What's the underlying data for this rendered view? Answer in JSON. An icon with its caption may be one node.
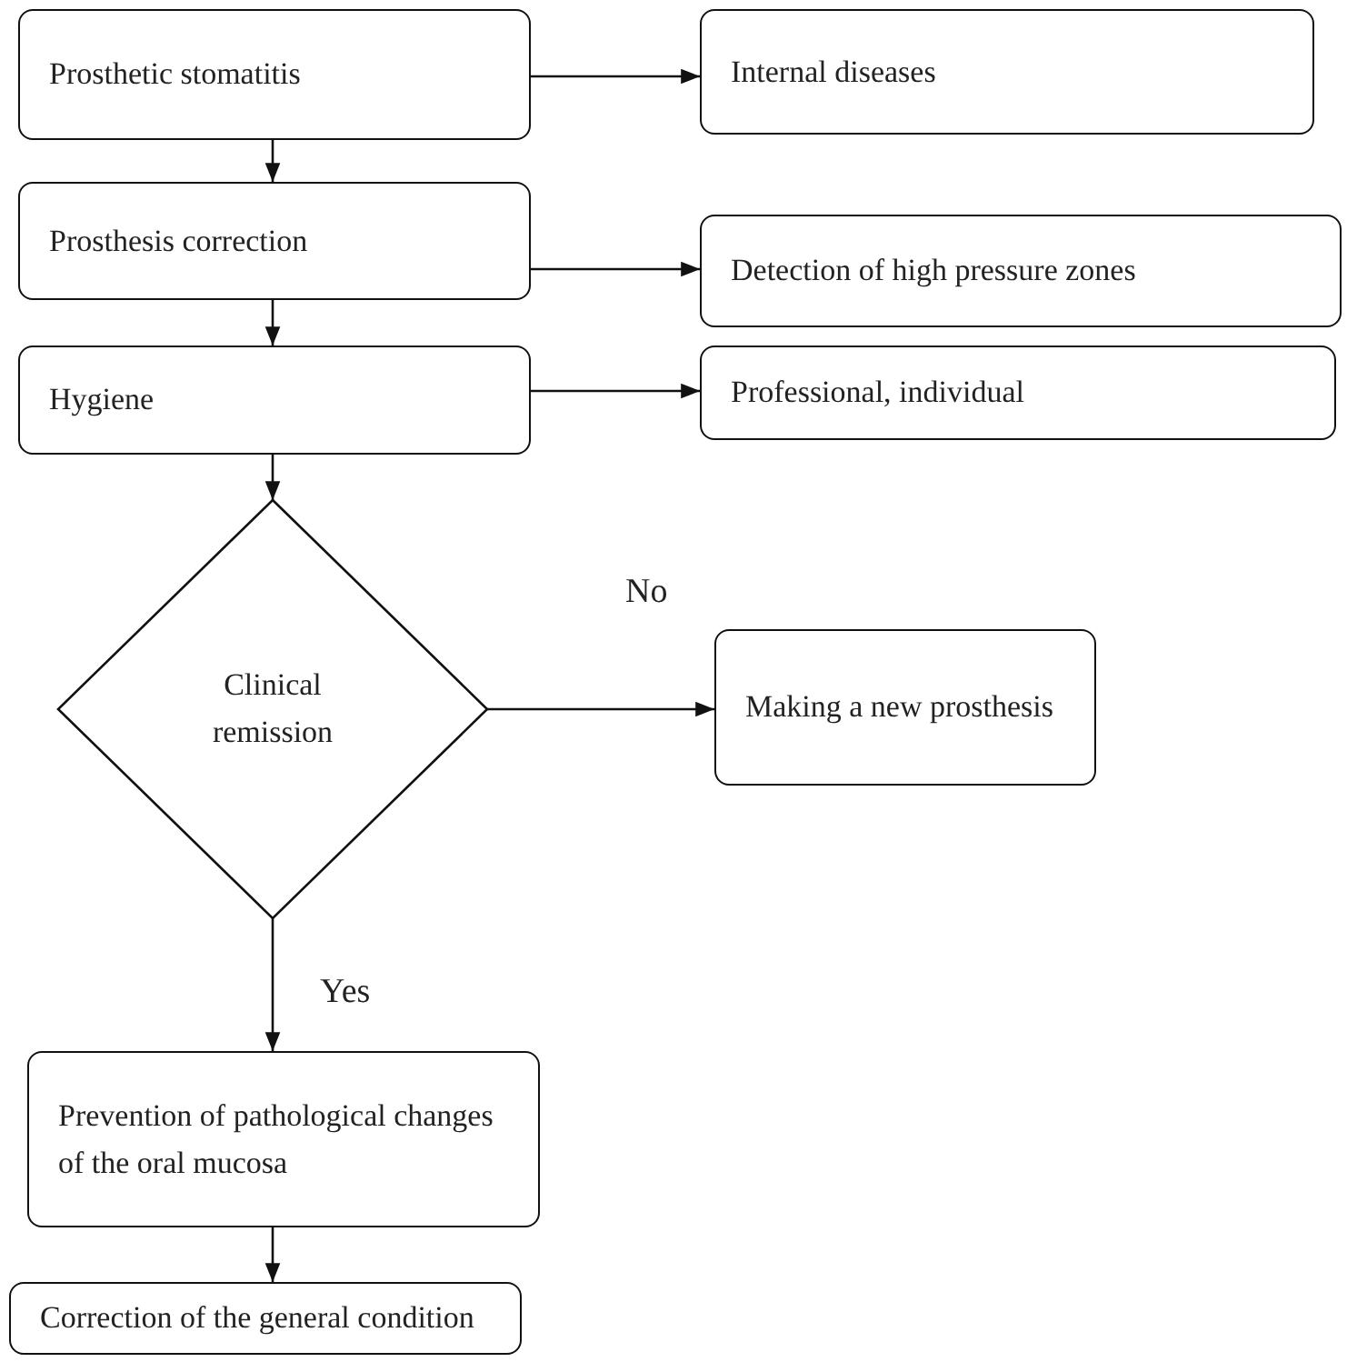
{
  "diagram": {
    "nodes": [
      {
        "text": [
          "Prosthetic stomatitis"
        ]
      },
      {
        "text": [
          "Internal diseases"
        ]
      },
      {
        "text": [
          "Prosthesis correction"
        ]
      },
      {
        "text": [
          "Detection of high pressure zones"
        ]
      },
      {
        "text": [
          "Hygiene"
        ]
      },
      {
        "text": [
          "Professional, individual"
        ]
      },
      {
        "text": [
          "Clinical remission"
        ]
      },
      {
        "text": [
          "Making a new prosthesis"
        ]
      },
      {
        "text": [
          "Prevention of pathological changes of the oral mucosa"
        ]
      },
      {
        "text": [
          "Correction of the general condition"
        ]
      }
    ],
    "edges": [
      {
        "from": 0,
        "to": 1,
        "arrow": "to"
      },
      {
        "from": 0,
        "to": 2,
        "arrow": "to"
      },
      {
        "from": 2,
        "to": 3,
        "arrow": "to"
      },
      {
        "from": 2,
        "to": 4,
        "arrow": "to"
      },
      {
        "from": 4,
        "to": 5,
        "arrow": "to"
      },
      {
        "from": 4,
        "to": 6,
        "arrow": "to"
      },
      {
        "from": 6,
        "to": 7,
        "label": "No",
        "arrow": "to"
      },
      {
        "from": 6,
        "to": 8,
        "label": "Yes",
        "arrow": "to"
      },
      {
        "from": 8,
        "to": 9,
        "arrow": "to"
      }
    ]
  }
}
